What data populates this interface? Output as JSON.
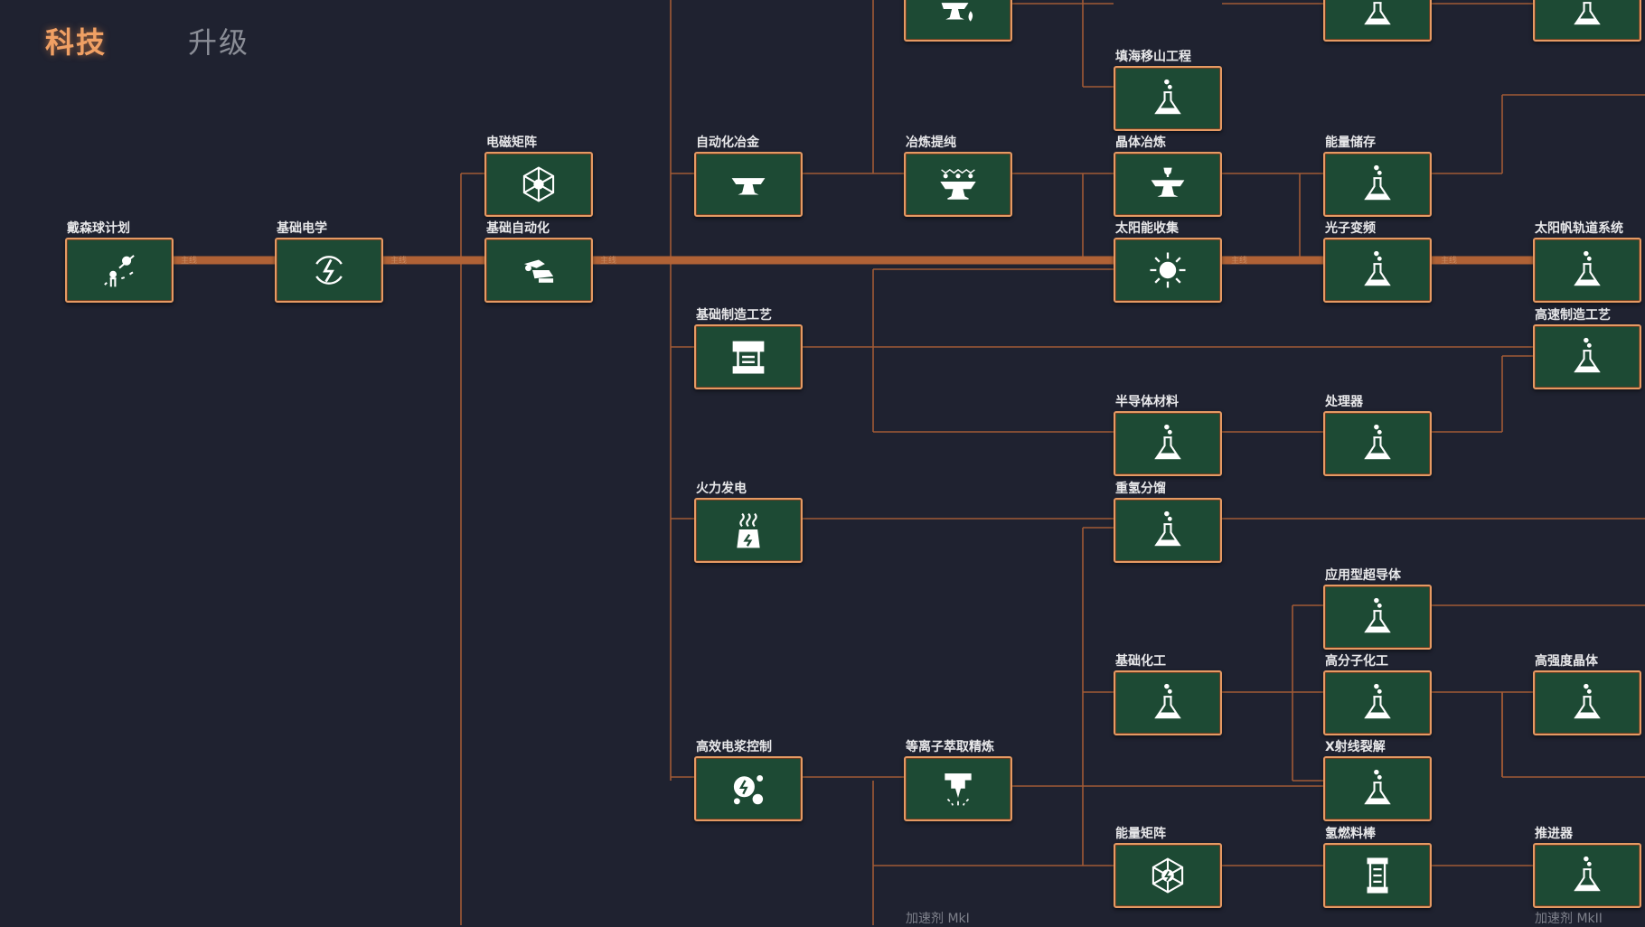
{
  "tabs": [
    {
      "label": "科技",
      "active": true
    },
    {
      "label": "升级",
      "active": false
    }
  ],
  "mainline_tag": "主线",
  "techs": [
    {
      "id": "dyson",
      "label": "戴森球计划",
      "icon": "dyson-sphere-icon"
    },
    {
      "id": "basic-electric",
      "label": "基础电学",
      "icon": "lightning-icon"
    },
    {
      "id": "em-matrix",
      "label": "电磁矩阵",
      "icon": "matrix-cube-icon"
    },
    {
      "id": "basic-automation",
      "label": "基础自动化",
      "icon": "robot-arm-icon"
    },
    {
      "id": "auto-metallurgy",
      "label": "自动化冶金",
      "icon": "anvil-icon"
    },
    {
      "id": "smelting-purify",
      "label": "冶炼提纯",
      "icon": "anvil-purify-icon"
    },
    {
      "id": "basic-manufacturing",
      "label": "基础制造工艺",
      "icon": "assembler-icon"
    },
    {
      "id": "thermal-power",
      "label": "火力发电",
      "icon": "power-plant-icon"
    },
    {
      "id": "high-eff-plasma",
      "label": "高效电浆控制",
      "icon": "plasma-icon"
    },
    {
      "id": "plasma-refining",
      "label": "等离子萃取精炼",
      "icon": "refinery-icon"
    },
    {
      "id": "top-anvil",
      "label": "",
      "icon": "anvil-fire-icon"
    },
    {
      "id": "reclamation",
      "label": "填海移山工程",
      "icon": "flask-icon"
    },
    {
      "id": "crystal-smelting",
      "label": "晶体冶炼",
      "icon": "anvil-trophy-icon"
    },
    {
      "id": "solar-collection",
      "label": "太阳能收集",
      "icon": "sun-icon"
    },
    {
      "id": "semiconductor",
      "label": "半导体材料",
      "icon": "flask-icon"
    },
    {
      "id": "heavy-hydrogen",
      "label": "重氢分馏",
      "icon": "flask-icon"
    },
    {
      "id": "basic-chemical",
      "label": "基础化工",
      "icon": "flask-icon"
    },
    {
      "id": "energy-matrix",
      "label": "能量矩阵",
      "icon": "energy-matrix-icon"
    },
    {
      "id": "top-flask-1",
      "label": "",
      "icon": "flask-icon"
    },
    {
      "id": "energy-storage",
      "label": "能量储存",
      "icon": "flask-icon"
    },
    {
      "id": "photon-conversion",
      "label": "光子变频",
      "icon": "flask-icon"
    },
    {
      "id": "processor",
      "label": "处理器",
      "icon": "flask-icon"
    },
    {
      "id": "applied-superconductor",
      "label": "应用型超导体",
      "icon": "flask-icon"
    },
    {
      "id": "polymer-chemical",
      "label": "高分子化工",
      "icon": "flask-icon"
    },
    {
      "id": "xray-cracking",
      "label": "X射线裂解",
      "icon": "flask-icon"
    },
    {
      "id": "hydrogen-fuel-rod",
      "label": "氢燃料棒",
      "icon": "fuel-rod-icon"
    },
    {
      "id": "top-flask-2",
      "label": "",
      "icon": "flask-icon"
    },
    {
      "id": "solar-sail-orbit",
      "label": "太阳帆轨道系统",
      "icon": "flask-icon"
    },
    {
      "id": "high-speed-manufacturing",
      "label": "高速制造工艺",
      "icon": "flask-icon"
    },
    {
      "id": "high-strength-crystal",
      "label": "高强度晶体",
      "icon": "flask-icon"
    },
    {
      "id": "thruster",
      "label": "推进器",
      "icon": "flask-icon"
    }
  ],
  "ghost_labels": [
    {
      "id": "accel-mk1",
      "label": "加速剂 MkI"
    },
    {
      "id": "accel-mk2",
      "label": "加速剂 MkII"
    }
  ],
  "colors": {
    "card_fill": "#1d4a34",
    "card_border": "#e59a63",
    "line": "#a15a35",
    "mainline": "#b06236",
    "accent_tab": "#f0a064"
  }
}
